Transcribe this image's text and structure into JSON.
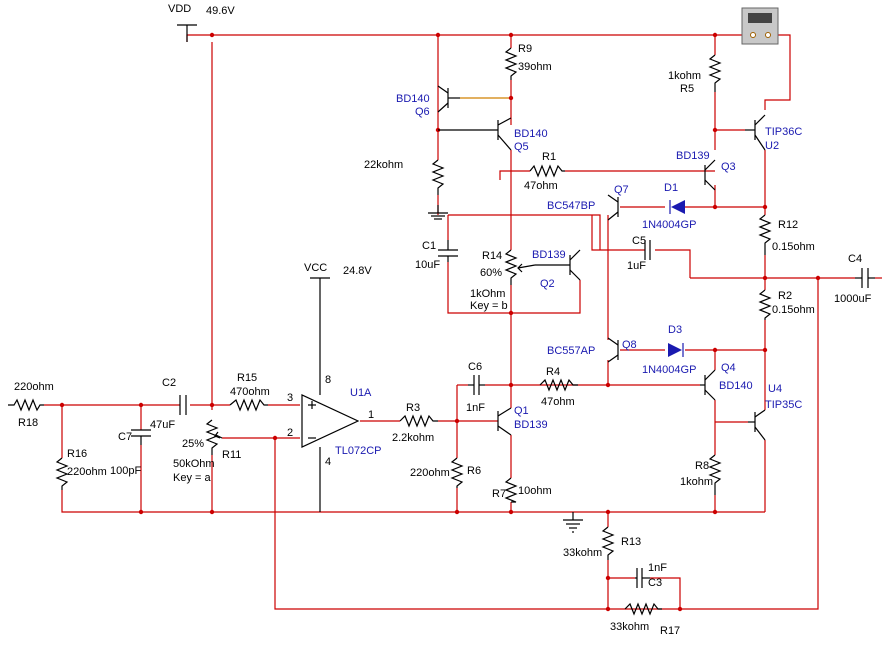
{
  "labels": {
    "vdd": "VDD",
    "vdd_v": "49.6V",
    "vcc": "VCC",
    "vcc_v": "24.8V",
    "r18": "R18",
    "r18_v": "220ohm",
    "r16": "R16",
    "r16_v": "220ohm",
    "c7": "C7",
    "c7_v": "100pF",
    "c2": "C2",
    "c2_v": "47uF",
    "r15": "R15",
    "r15_v": "470ohm",
    "r11": "R11",
    "r11_pct": "25%",
    "r11_v": "50kOhm",
    "r11_key": "Key = a",
    "u1a": "U1A",
    "u1a_type": "TL072CP",
    "pin3": "3",
    "pin2": "2",
    "pin8": "8",
    "pin4": "4",
    "pin1": "1",
    "r3": "R3",
    "r3_v": "2.2kohm",
    "r6": "R6",
    "r6_v": "220ohm",
    "c6": "C6",
    "c6_v": "1nF",
    "r4": "R4",
    "r4_v": "47ohm",
    "q1": "Q1",
    "q1_type": "BD139",
    "r7": "R7",
    "r7_v": "10ohm",
    "r13": "R13",
    "r13_v": "33kohm",
    "c3": "C3",
    "c3_v": "1nF",
    "r17": "R17",
    "r17_v": "33kohm",
    "q6": "Q6",
    "q6_type": "BD140",
    "q5": "Q5",
    "q5_type": "BD140",
    "r9": "R9",
    "r9_v": "39ohm",
    "r_22k": "22kohm",
    "c1": "C1",
    "c1_v": "10uF",
    "r14": "R14",
    "r14_pct": "60%",
    "r14_v": "1kOhm",
    "r14_key": "Key = b",
    "q2": "Q2",
    "q2_type": "BD139",
    "r1": "R1",
    "r1_v": "47ohm",
    "q7": "Q7",
    "q7_type": "BC547BP",
    "d1": "D1",
    "d1_type": "1N4004GP",
    "q3": "Q3",
    "q3_type": "BD139",
    "r5": "R5",
    "r5_v": "1kohm",
    "u2": "U2",
    "u2_type": "TIP36C",
    "r12": "R12",
    "r12_v": "0.15ohm",
    "c5": "C5",
    "c5_v": "1uF",
    "c4": "C4",
    "c4_v": "1000uF",
    "r2": "R2",
    "r2_v": "0.15ohm",
    "q8": "Q8",
    "q8_type": "BC557AP",
    "d3": "D3",
    "d3_type": "1N4004GP",
    "q4": "Q4",
    "q4_type": "BD140",
    "u4": "U4",
    "u4_type": "TIP35C",
    "r8": "R8",
    "r8_v": "1kohm"
  }
}
